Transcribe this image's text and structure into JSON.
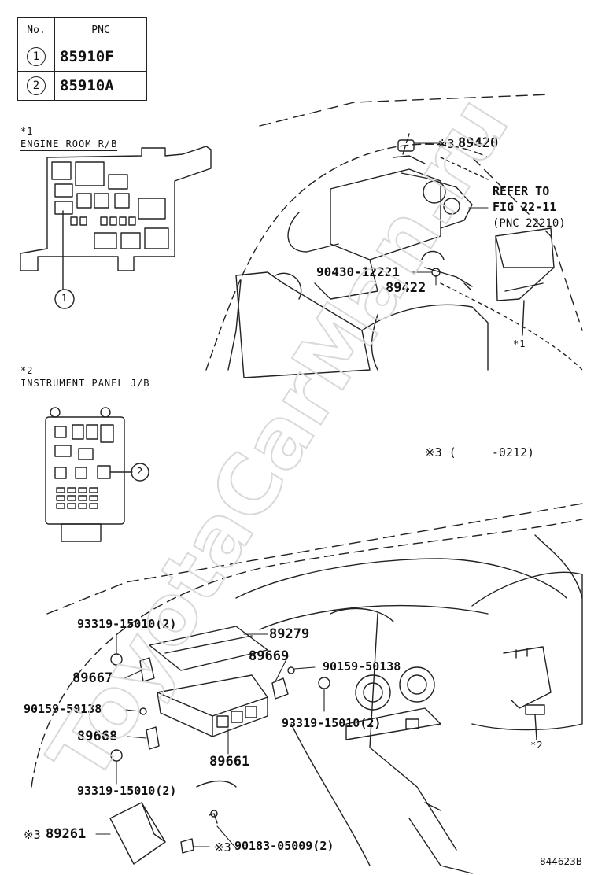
{
  "table": {
    "header_no": "No.",
    "header_pnc": "PNC",
    "rows": [
      {
        "no": "1",
        "pnc": "85910F"
      },
      {
        "no": "2",
        "pnc": "85910A"
      }
    ]
  },
  "notes": {
    "n1_mark": "*1",
    "n1_title": "ENGINE ROOM R/B",
    "n2_mark": "*2",
    "n2_title": "INSTRUMENT PANEL J/B",
    "n3": "※3 (     -0212)"
  },
  "callouts": {
    "c1": "1",
    "c2": "2",
    "star1": "*1",
    "star2": "*2"
  },
  "parts": {
    "p89420_mark": "※3",
    "p89420": "89420",
    "refer1": "REFER TO",
    "refer2": "FIG 22-11",
    "refer3": "(PNC 22210)",
    "p90430": "90430-12221",
    "p89422": "89422",
    "p93319a": "93319-15010(2)",
    "p89279": "89279",
    "p89669": "89669",
    "p90159a": "90159-50138",
    "p89667": "89667",
    "p90159b": "90159-50138",
    "p93319b": "93319-15010(2)",
    "p89668": "89668",
    "p89661": "89661",
    "p93319c": "93319-15010(2)",
    "p89261_mark": "※3",
    "p89261": "89261",
    "p90183_mark": "※3",
    "p90183": "90183-05009(2)"
  },
  "figure_code": "844623B",
  "watermark": "ToyotaCarMan.ru"
}
